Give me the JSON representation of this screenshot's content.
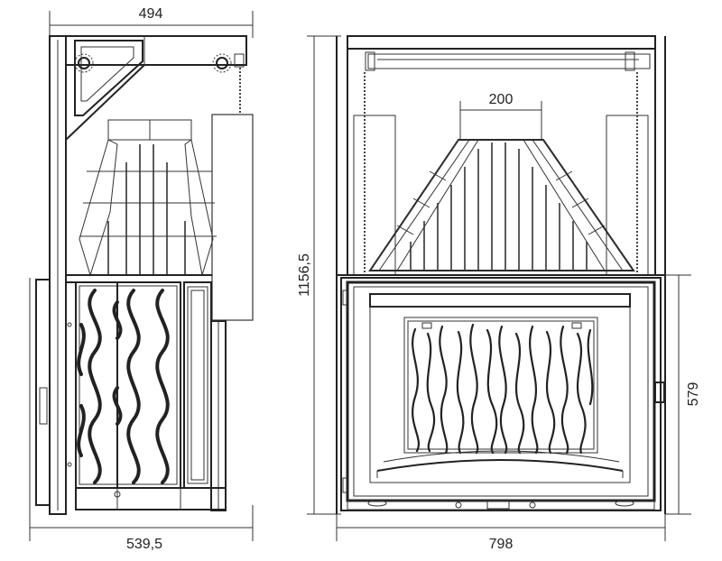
{
  "drawing": {
    "side_view": {
      "top_width": "494",
      "bottom_depth": "539,5"
    },
    "front_view": {
      "total_height": "1156,5",
      "flue_width": "200",
      "door_height": "579",
      "total_width": "798"
    }
  }
}
